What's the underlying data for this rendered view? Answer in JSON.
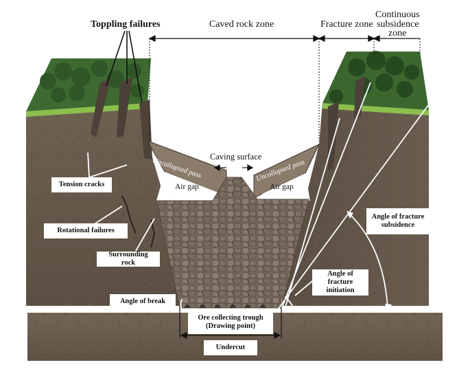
{
  "labels": {
    "toppling_failures": "Toppling failures",
    "caved_rock_zone": "Caved rock  zone",
    "fracture_zone": "Fracture  zone",
    "continuous_subsidence_zone_1": "Continuous",
    "continuous_subsidence_zone_2": "subsidence",
    "continuous_subsidence_zone_3": "zone",
    "caving_surface": "Caving surface",
    "uncollapsed_pass_left": "Uncollapsed pass",
    "uncollapsed_pass_right": "Uncollapsed pass",
    "air_gap_left": "Air gap",
    "air_gap_right": "Air gap",
    "tension_cracks": "Tension cracks",
    "rotational_failures": "Rotational failures",
    "surrounding_rock": "Surrounding rock",
    "angle_of_break": "Angle of break",
    "ore_trough_1": "Ore collecting trough",
    "ore_trough_2": "(Drawing point)",
    "undercut": "Undercut",
    "angle_fracture_initiation_1": "Angle of fracture",
    "angle_fracture_initiation_2": "initiation",
    "angle_fracture_subsidence_1": "Angle of fracture",
    "angle_fracture_subsidence_2": "subsidence"
  },
  "colors": {
    "rock_front": "#6b5e50",
    "rock_side": "#5a4e42",
    "caved_rock": "#7a6e62",
    "caved_rock_outline": "#4e443a",
    "forest": "#3d6a30",
    "grass": "#8cbf4e",
    "pass_fill": "#8a7b6b"
  }
}
